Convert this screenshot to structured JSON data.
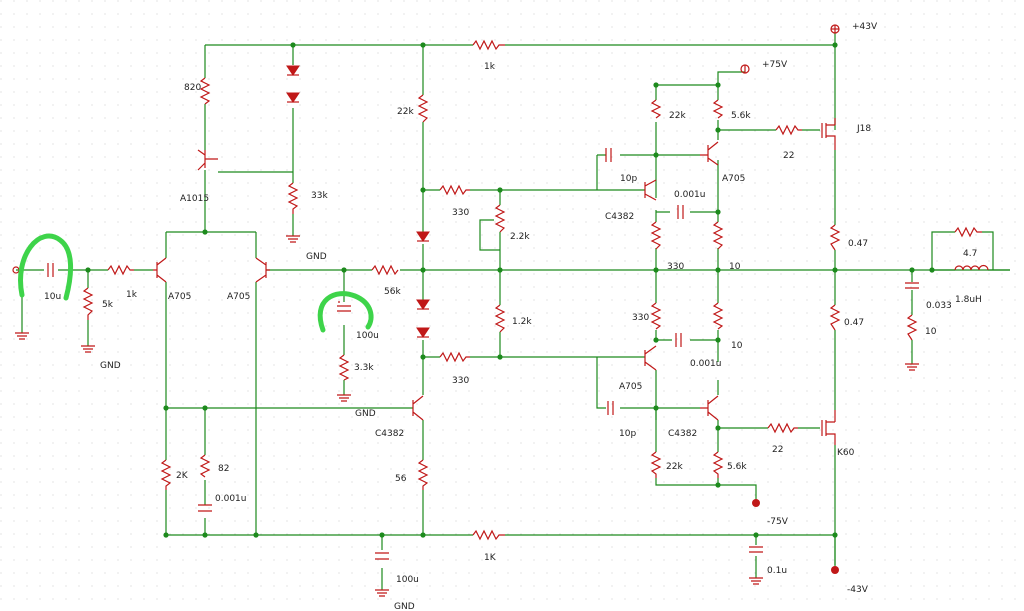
{
  "labels": {
    "r820": "820",
    "r33k": "33k",
    "q_a1015": "A1015",
    "r1k_top": "1k",
    "r22k_a": "22k",
    "r22k_b": "22k",
    "r5_6k_a": "5.6k",
    "v75p": "+75V",
    "v43p": "+43V",
    "q_j18": "J18",
    "r22_a": "22",
    "c10p_a": "10p",
    "c0001_a": "0.001u",
    "q_a705_r": "A705",
    "q_c4382_r": "C4382",
    "r330_a": "330",
    "r2_2k": "2.2k",
    "gnd_mid": "GND",
    "r0_47_a": "0.47",
    "c10u": "10u",
    "r5k": "5k",
    "r1k_in": "1k",
    "q_a705_1": "A705",
    "q_a705_2": "A705",
    "r56k": "56k",
    "r330_b": "330",
    "r10_a": "10",
    "r4_7": "4.7",
    "l1_8": "1.8uH",
    "c0033": "0.033",
    "r10_z": "10",
    "r0_47_b": "0.47",
    "gnd_in": "GND",
    "c100u_a": "100u",
    "r1_2k": "1.2k",
    "r330_c": "330",
    "r10_b": "10",
    "r3_3k": "3.3k",
    "r330_d": "330",
    "q_a705_3": "A705",
    "c0001_b": "0.001u",
    "gnd_vas": "GND",
    "q_c4382_vas": "C4382",
    "c10p_b": "10p",
    "q_c4382_b": "C4382",
    "r22_b": "22",
    "q_k60": "K60",
    "r2k": "2K",
    "r82": "82",
    "c0001_c": "0.001u",
    "r56": "56",
    "r22k_c": "22k",
    "r5_6k_b": "5.6k",
    "v75n": "-75V",
    "r1k_bot": "1K",
    "c100u_b": "100u",
    "c0_1u": "0.1u",
    "v43n": "-43V",
    "gnd_bot": "GND"
  },
  "colors": {
    "wire": "#1d8a1d",
    "component": "#c01818",
    "highlight": "#3ed44a",
    "grid": "#cfcfcf"
  }
}
